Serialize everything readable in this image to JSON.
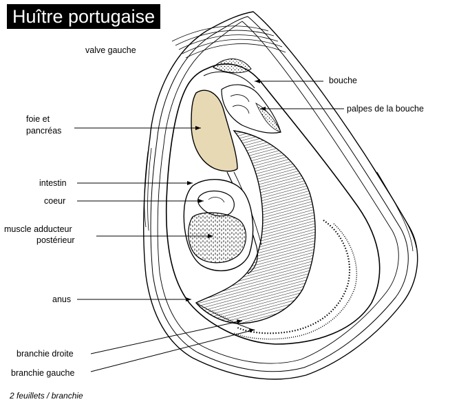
{
  "title": "Huître portugaise",
  "labels": {
    "valve_gauche": "valve gauche",
    "bouche": "bouche",
    "palpes": "palpes de la bouche",
    "foie_line1": "foie et",
    "foie_line2": "pancréas",
    "intestin": "intestin",
    "coeur": "coeur",
    "muscle_line1": "muscle adducteur",
    "muscle_line2": "postérieur",
    "anus": "anus",
    "branchie_droite": "branchie droite",
    "branchie_gauche": "branchie gauche"
  },
  "note": "2 feuillets / branchie",
  "colors": {
    "title_bg": "#000000",
    "title_text": "#ffffff",
    "liver_fill": "#e8d9b5",
    "line": "#000000"
  }
}
